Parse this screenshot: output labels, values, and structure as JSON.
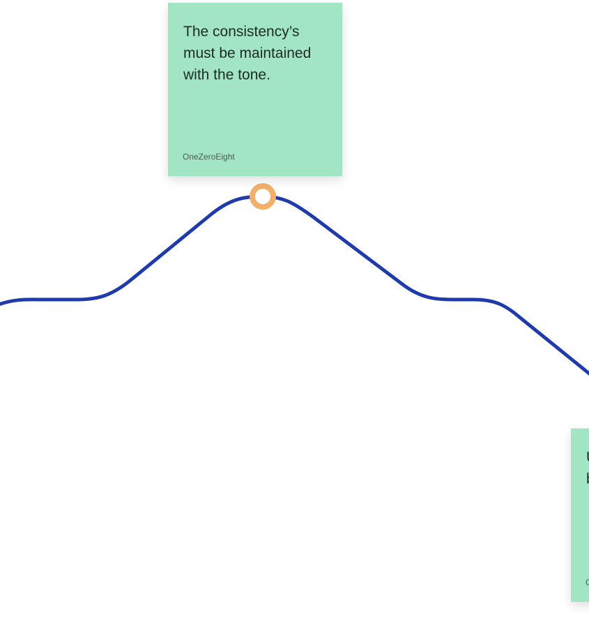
{
  "canvas": {
    "background": "#ffffff"
  },
  "connector": {
    "color": "#1f3aab",
    "node_color": "#f2b06b"
  },
  "notes": [
    {
      "text": "The consistency’s\nmust be maintained\nwith the tone.",
      "author": "OneZeroEight",
      "color": "#a1e5c4"
    },
    {
      "text": "U\nb",
      "author": "O",
      "color": "#a1e5c4"
    }
  ]
}
